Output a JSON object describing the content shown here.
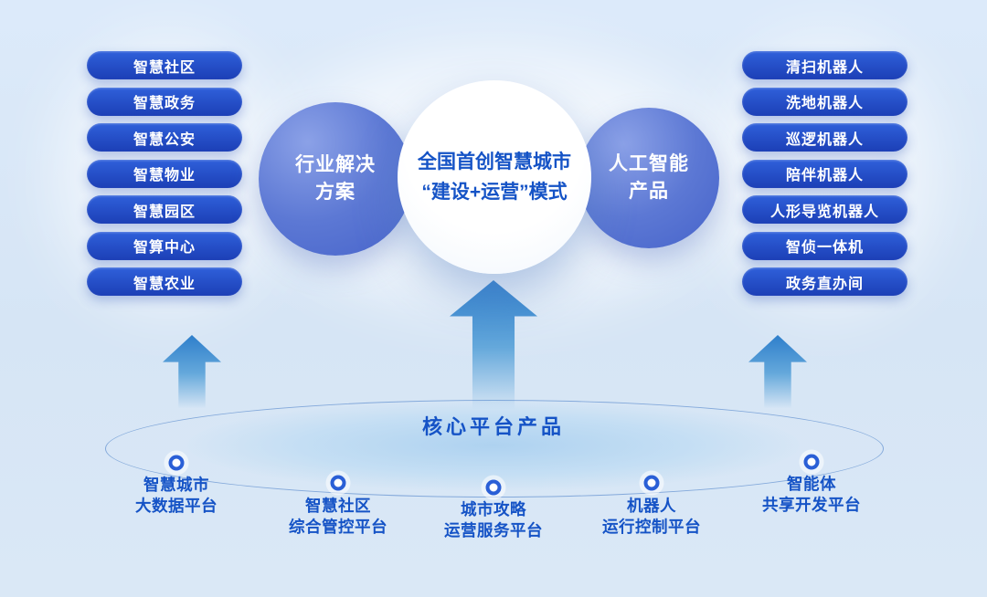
{
  "left_pills": [
    "智慧社区",
    "智慧政务",
    "智慧公安",
    "智慧物业",
    "智慧园区",
    "智算中心",
    "智慧农业"
  ],
  "right_pills": [
    "清扫机器人",
    "洗地机器人",
    "巡逻机器人",
    "陪伴机器人",
    "人形导览机器人",
    "智侦一体机",
    "政务直办间"
  ],
  "circle_left": {
    "line1": "行业解决",
    "line2": "方案"
  },
  "circle_center": {
    "line1": "全国首创智慧城市",
    "line2": "“建设+运营”模式"
  },
  "circle_right": {
    "line1": "人工智能",
    "line2": "产品"
  },
  "core_label": "核心平台产品",
  "platforms": [
    {
      "line1": "智慧城市",
      "line2": "大数据平台"
    },
    {
      "line1": "智慧社区",
      "line2": "综合管控平台"
    },
    {
      "line1": "城市攻略",
      "line2": "运营服务平台"
    },
    {
      "line1": "机器人",
      "line2": "运行控制平台"
    },
    {
      "line1": "智能体",
      "line2": "共享开发平台"
    }
  ],
  "colors": {
    "background": "#d9e7f6",
    "pill_gradient_top": "#2f60da",
    "pill_gradient_bottom": "#1c3fb6",
    "circle_blue": "#5c78d4",
    "accent_text": "#1553c6",
    "arrow_blue": "#2e7ecb"
  }
}
